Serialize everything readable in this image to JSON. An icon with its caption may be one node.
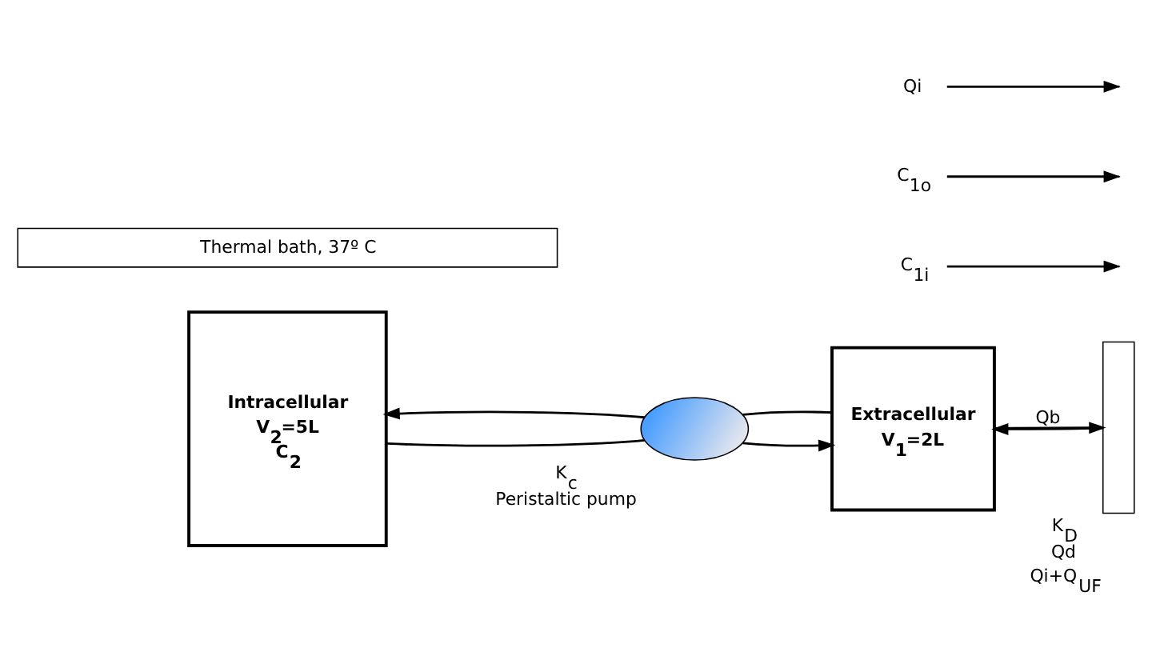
{
  "diagram": {
    "nodes": [
      {
        "text": [
          "Intracellular",
          "V$_{2}$=5L",
          "C$_{2}$"
        ]
      },
      {
        "text": [],
        "shape": "ellipse",
        "beside": [
          "K$_{c}$",
          "Peristaltic pump"
        ]
      },
      {
        "text": [
          "Extracellular",
          "V$_{1}$=2L"
        ]
      },
      {
        "text": [],
        "shape": "box",
        "beside": [
          "K$_{D}$",
          "Qd",
          "Qi+Q$_{UF}$"
        ]
      },
      {
        "text": [
          "Thermal bath, 37º C"
        ]
      },
      {
        "text": [
          "C$_{1i}$"
        ]
      },
      {
        "text": [
          "C$_{1o}$"
        ]
      },
      {
        "text": [
          "Qi"
        ]
      }
    ],
    "edges": [
      {
        "from": 0,
        "to": 1,
        "arrow": "none"
      },
      {
        "from": 1,
        "to": 2,
        "arrow": "to"
      },
      {
        "from": 2,
        "to": 1,
        "arrow": "none"
      },
      {
        "from": 1,
        "to": 0,
        "arrow": "to"
      },
      {
        "from": 2,
        "to": 3,
        "arrow": "to",
        "label": "Qb"
      },
      {
        "from": 3,
        "to": 2,
        "arrow": "to"
      },
      {
        "from": 5,
        "to": null,
        "arrow": "to"
      },
      {
        "from": 6,
        "to": null,
        "arrow": "to"
      },
      {
        "from": 7,
        "to": null,
        "arrow": "to"
      }
    ]
  }
}
